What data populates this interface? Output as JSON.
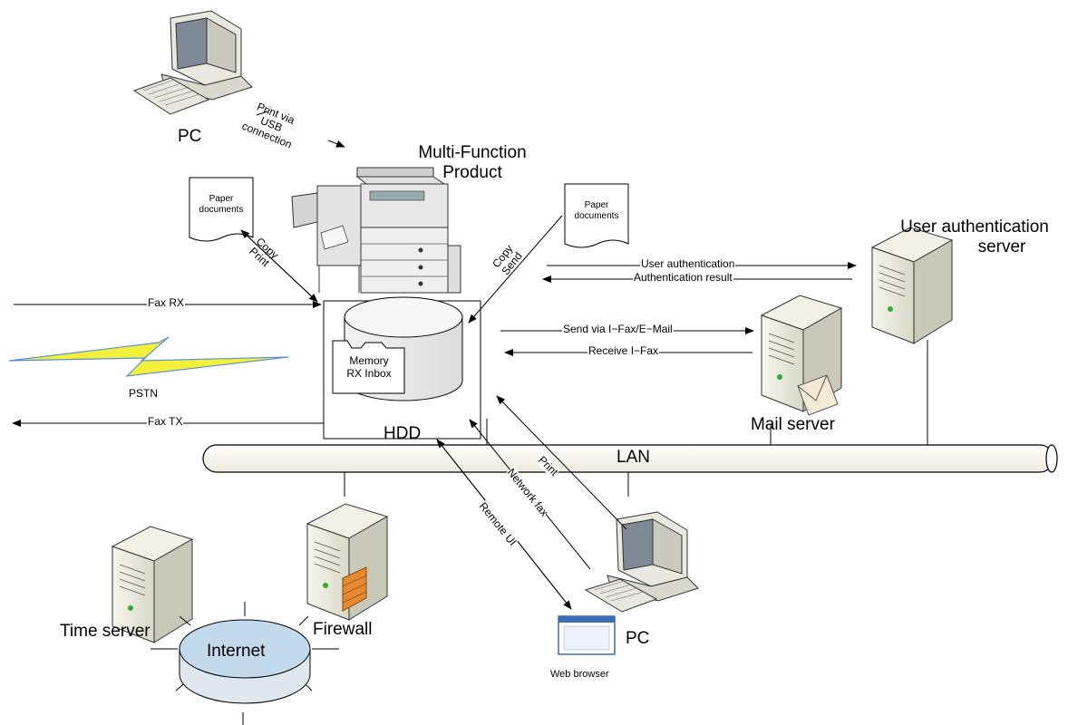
{
  "labels": {
    "pc_top": "PC",
    "usb": [
      "Print via",
      "USB",
      "connection"
    ],
    "mfp": [
      "Multi-Function",
      "Product"
    ],
    "paper_left": [
      "Paper",
      "documents"
    ],
    "paper_right": [
      "Paper",
      "documents"
    ],
    "copy_print": [
      "Copy",
      "Print"
    ],
    "copy_send": [
      "Copy",
      "Send"
    ],
    "fax_rx": "Fax RX",
    "fax_tx": "Fax TX",
    "pstn": "PSTN",
    "memory": [
      "Memory",
      "RX Inbox"
    ],
    "hdd": "HDD",
    "user_auth": "User authentication",
    "auth_result": "Authentication result",
    "user_auth_server": [
      "User authentication",
      "server"
    ],
    "send_ifax": "Send via I−Fax/E−Mail",
    "receive_ifax": "Receive I−Fax",
    "mail_server": "Mail server",
    "lan": "LAN",
    "print": "Print",
    "network_fax": "Network fax",
    "remote_ui": "Remote UI",
    "pc_bottom": "PC",
    "web_browser": "Web browser",
    "time_server": "Time server",
    "firewall": "Firewall",
    "internet": "Internet"
  },
  "icons": {
    "pc_top": "desktop-computer-icon",
    "mfp": "multifunction-printer-icon",
    "paper": "paper-document-icon",
    "hdd": "hard-disk-drive-icon",
    "folder": "folder-icon",
    "lightning": "lightning-bolt-icon",
    "server": "server-tower-icon",
    "envelope": "envelope-icon",
    "firewall": "brick-wall-icon",
    "globe": "internet-cloud-icon",
    "browser": "browser-window-icon"
  },
  "colors": {
    "line": "#000000",
    "lan_fill": "#fafaf0",
    "server_body": "#ececdf",
    "bolt_fill": "#f2f03a",
    "bolt_stroke": "#5a8fd8",
    "internet_top": "#c3d9ec",
    "firewall_brick": "#e58a2e"
  }
}
